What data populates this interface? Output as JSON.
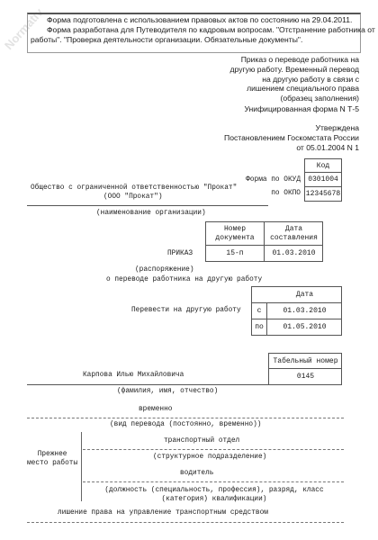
{
  "header": {
    "line1": "Форма подготовлена с использованием правовых актов по состоянию на 29.04.2011.",
    "line2": "Форма разработана для Путеводителя по кадровым вопросам. \"Отстранение работника от",
    "line3": "работы\". \"Проверка деятельности организации. Обязательные документы\"."
  },
  "watermark": "Normativ",
  "title": {
    "line1": "Приказ о переводе работника на",
    "line2": "другую работу. Временный перевод",
    "line3": "на другую работу в связи с",
    "line4": "лишением специального права",
    "line5": "(образец заполнения)"
  },
  "unified_form": "Унифицированная форма N Т-5",
  "approval": {
    "line1": "Утверждена",
    "line2": "Постановлением Госкомстата России",
    "line3": "от 05.01.2004 N 1"
  },
  "codes": {
    "header": "Код",
    "okud_label": "Форма по ОКУД",
    "okud_value": "0301004",
    "okpo_label": "по ОКПО",
    "okpo_value": "12345678"
  },
  "organization": {
    "line1": "Общество с ограниченной ответственностью \"Прокат\"",
    "line2": "(ООО \"Прокат\")",
    "caption": "(наименование организации)"
  },
  "order_table": {
    "col1_line1": "Номер",
    "col1_line2": "документа",
    "col2_line1": "Дата",
    "col2_line2": "составления",
    "label": "ПРИКАЗ",
    "number": "15-п",
    "date": "01.03.2010"
  },
  "order_sub": {
    "caption": "(распоряжение)",
    "subject": "о переводе работника на другую работу"
  },
  "transfer": {
    "label": "Перевести на другую работу",
    "date_header": "Дата",
    "from_label": "с",
    "from_date": "01.03.2010",
    "to_label": "по",
    "to_date": "01.05.2010"
  },
  "employee": {
    "tab_header": "Табельный номер",
    "tab_number": "0145",
    "name": "Карпова Илью Михайловича",
    "name_caption": "(фамилия, имя, отчество)",
    "transfer_type": "временно",
    "transfer_type_caption": "(вид перевода (постоянно, временно))"
  },
  "previous_job": {
    "label_line1": "Прежнее",
    "label_line2": "место работы",
    "department": "транспортный отдел",
    "department_caption": "(структурное подразделение)",
    "position": "водитель",
    "position_caption_line1": "(должность (специальность, профессия), разряд, класс",
    "position_caption_line2": "(категория) квалификации)"
  },
  "reason": "лишение права на управление транспортным средством"
}
